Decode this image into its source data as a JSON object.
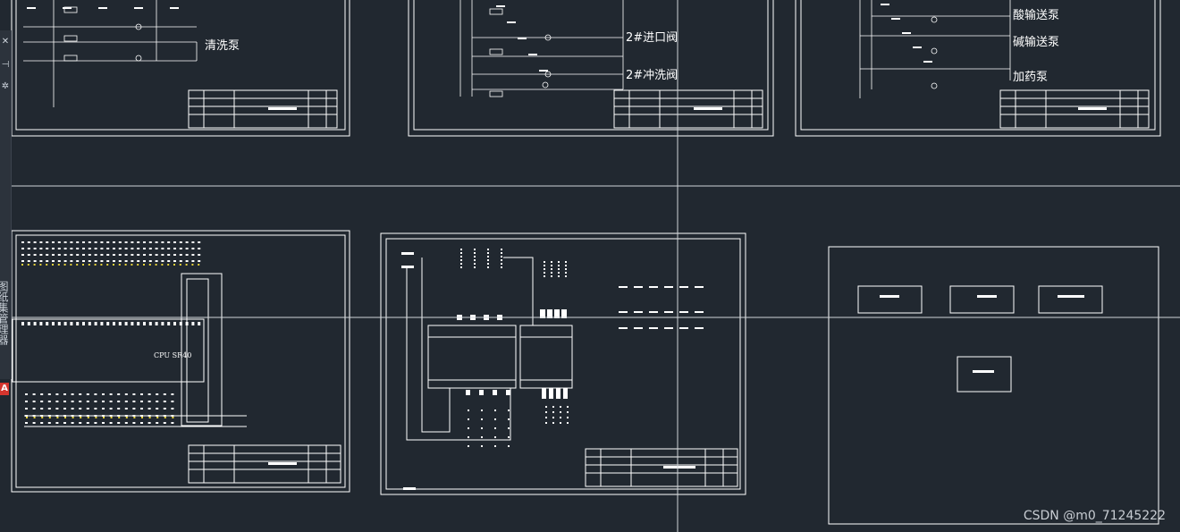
{
  "side_panel": {
    "buttons": [
      "close-icon",
      "pin-icon",
      "settings-icon"
    ],
    "button_glyphs": [
      "✕",
      "⊣",
      "✲"
    ],
    "label": "图纸集管理器",
    "logo": "A"
  },
  "drawings": {
    "pump_labels": [
      "清洗泵",
      "2#进口阀",
      "2#冲洗阀",
      "酸输送泵",
      "碱输送泵",
      "加药泵"
    ],
    "plc_label": "CPU SR40"
  },
  "watermark": "CSDN @m0_71245222",
  "colors": {
    "background": "#212830",
    "lines": "#ffffff",
    "crosshair": "#d0d4d8",
    "accent_yellow": "#e6d23a"
  }
}
